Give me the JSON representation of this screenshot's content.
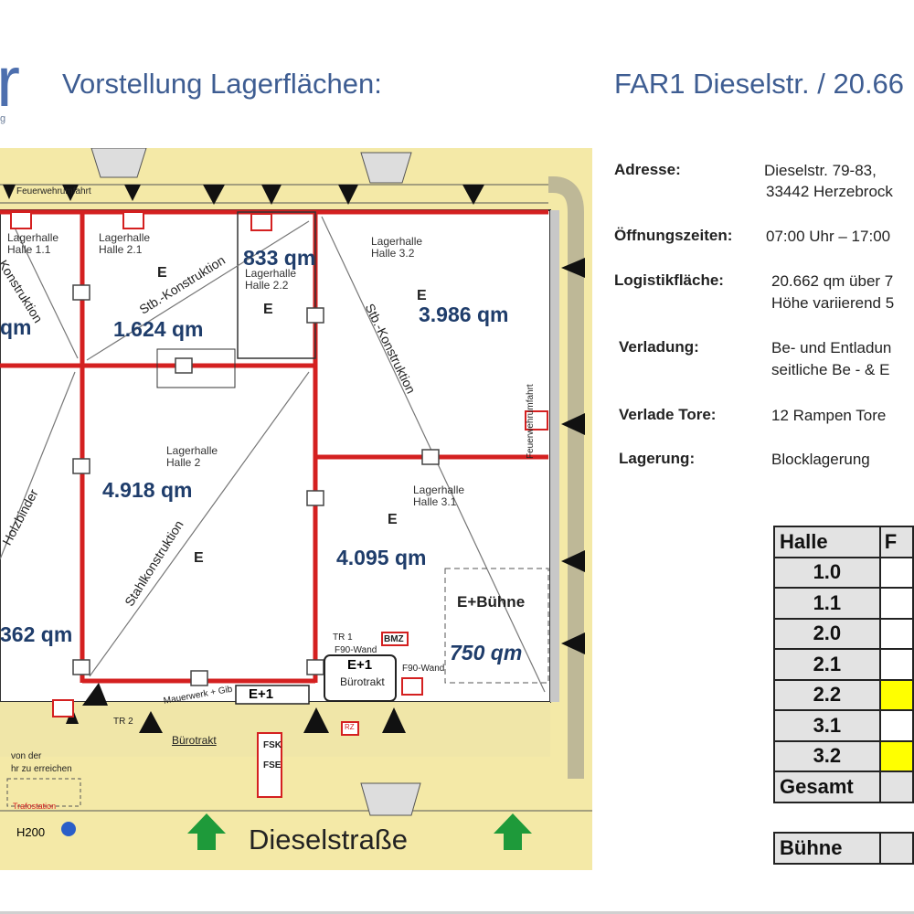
{
  "header": {
    "logo_letter": "r",
    "logo_tagline": "g",
    "title_left": "Vorstellung Lagerflächen:",
    "title_right": "FAR1 Dieselstr. / 20.66"
  },
  "plan": {
    "top_road": "Feuerwehrumfahrt",
    "right_road": "Feuerwehrumfahrt",
    "street": "Dieselstraße",
    "halls": [
      {
        "name": "Lagerhalle\nHalle 1.1",
        "area": "qm",
        "e": ""
      },
      {
        "name": "Lagerhalle\nHalle 2.1",
        "area": "1.624 qm",
        "e": "E"
      },
      {
        "name": "Lagerhalle\nHalle 2.2",
        "area": "833 qm",
        "e": "E"
      },
      {
        "name": "Lagerhalle\nHalle 3.2",
        "area": "3.986 qm",
        "e": "E"
      },
      {
        "name": "Lagerhalle\nHalle 2",
        "area": "4.918 qm",
        "e": "E"
      },
      {
        "name": "Lagerhalle\nHalle 3.1",
        "area": "4.095 qm",
        "e": "E"
      },
      {
        "name": "",
        "area": "362 qm",
        "e": ""
      }
    ],
    "buehne_label": "E+Bühne",
    "buehne_area": "750 qm",
    "konstruktion": [
      "Konstruktion",
      "Stb.-Konstruktion",
      "Stb.-Konstruktion",
      "Stahlkonstruktion",
      "Holzbinder"
    ],
    "small_labels": {
      "tr1": "TR 1",
      "f90_wand_1": "F90-Wand",
      "f90_wand_2": "F90-Wand",
      "bmz": "BMZ",
      "e1_buero": "E+1",
      "buerotrakt_1": "Bürotrakt",
      "e1": "E+1",
      "mauerwerk": "Mauerwerk + Gib",
      "tr2": "TR 2",
      "buerotrakt_2": "Bürotrakt",
      "fsk": "FSK",
      "fse": "FSE",
      "rz": "RZ",
      "von_der": "von der",
      "zu_erreichen": "hr zu erreichen",
      "trafostation": "Trafostation",
      "h200": "H200"
    }
  },
  "info": [
    {
      "label": "Adresse:",
      "value": [
        "Dieselstr.  79-83,",
        "33442 Herzebrock"
      ]
    },
    {
      "label": "Öffnungszeiten:",
      "value": [
        "07:00 Uhr – 17:00"
      ]
    },
    {
      "label": "Logistikfläche:",
      "value": [
        "20.662 qm über 7",
        "Höhe variierend 5"
      ]
    },
    {
      "label": "Verladung:",
      "value": [
        "Be- und Entladun",
        "seitliche Be - & E"
      ]
    },
    {
      "label": "Verlade Tore:",
      "value": [
        "12 Rampen Tore"
      ]
    },
    {
      "label": "Lagerung:",
      "value": [
        "Blocklagerung"
      ]
    }
  ],
  "table": {
    "col1_header": "Halle",
    "col2_header": "F",
    "rows": [
      {
        "halle": "1.0",
        "highlight": "#ffffff"
      },
      {
        "halle": "1.1",
        "highlight": "#ffffff"
      },
      {
        "halle": "2.0",
        "highlight": "#ffffff"
      },
      {
        "halle": "2.1",
        "highlight": "#ffffff"
      },
      {
        "halle": "2.2",
        "highlight": "#ffff00"
      },
      {
        "halle": "3.1",
        "highlight": "#ffffff"
      },
      {
        "halle": "3.2",
        "highlight": "#ffff00"
      }
    ],
    "total_label": "Gesamt",
    "buehne_label": "Bühne"
  },
  "colors": {
    "title": "#3e5d92",
    "plan_bg": "#f4e9a7",
    "wall_red": "#d42020",
    "area_text": "#1f3d6b",
    "arrow_green": "#1e9a3a",
    "highlight": "#ffff00"
  },
  "icons": [
    "fire-extinguisher-icon",
    "fire-alarm-icon",
    "green-arrow-icon",
    "loading-door-icon",
    "hydrant-icon"
  ]
}
